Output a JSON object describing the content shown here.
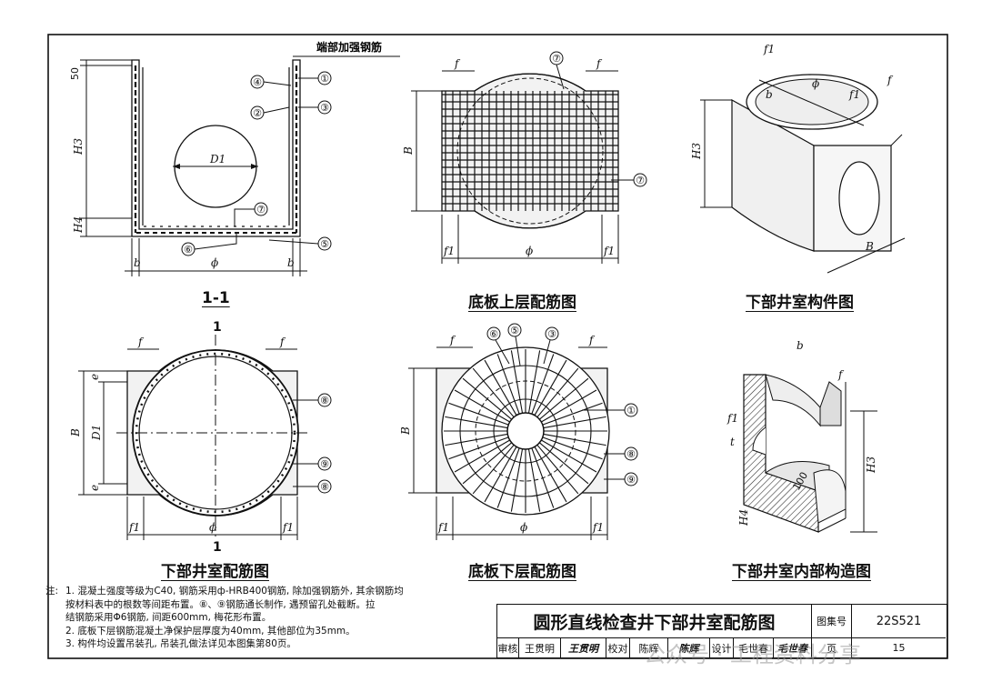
{
  "drawings": {
    "section_1_1": {
      "caption": "1-1",
      "top_label": "端部加强钢筋",
      "dims": {
        "top": "50",
        "height": "H3",
        "bottom": "H4",
        "left_b": "b",
        "dia": "ϕ",
        "right_b": "b",
        "hole": "D1"
      },
      "callouts": [
        "④",
        "①",
        "②",
        "③",
        "⑦",
        "⑥",
        "⑤"
      ]
    },
    "base_top": {
      "caption": "底板上层配筋图",
      "dims": {
        "f_left": "f",
        "f_right": "f",
        "height": "B",
        "f1_left": "f1",
        "dia": "ϕ",
        "f1_right": "f1"
      },
      "callouts": [
        "⑦",
        "⑦"
      ]
    },
    "component": {
      "caption": "下部井室构件图",
      "dims": {
        "f1_top": "f1",
        "dia": "ϕ",
        "b": "b",
        "f1_mid": "f1",
        "f": "f",
        "height": "H3",
        "width": "B"
      }
    },
    "chamber_rebar": {
      "caption": "下部井室配筋图",
      "section_mark": "1",
      "dims": {
        "f_left": "f",
        "f_right": "f",
        "e_top": "e",
        "B": "B",
        "D1": "D1",
        "e_bottom": "e",
        "f1_left": "f1",
        "dia": "ϕ",
        "f1_right": "f1"
      },
      "callouts": [
        "⑧",
        "⑨",
        "⑧"
      ]
    },
    "base_bottom": {
      "caption": "底板下层配筋图",
      "dims": {
        "f_left": "f",
        "f_right": "f",
        "B": "B",
        "f1_left": "f1",
        "dia": "ϕ",
        "f1_right": "f1"
      },
      "callouts": [
        "⑥",
        "⑤",
        "③",
        "①",
        "⑧",
        "⑨"
      ]
    },
    "interior": {
      "caption": "下部井室内部构造图",
      "dims": {
        "b": "b",
        "f": "f",
        "f1": "f1",
        "t": "t",
        "h100": "100",
        "H3": "H3",
        "H4": "H4"
      }
    }
  },
  "notes": {
    "lead": "注:",
    "lines": [
      "1. 混凝土强度等级为C40, 钢筋采用ф-HRB400钢筋, 除加强钢筋外, 其余钢筋均",
      "   按材料表中的根数等间距布置。⑧、⑨钢筋通长制作, 遇预留孔处截断。拉",
      "   结钢筋采用Φ6钢筋, 间距600mm, 梅花形布置。",
      "2. 底板下层钢筋混凝土净保护层厚度为40mm, 其他部位为35mm。",
      "3. 构件均设置吊装孔, 吊装孔做法详见本图集第80页。"
    ]
  },
  "title_block": {
    "title": "圆形直线检查井下部井室配筋图",
    "atlas_label": "图集号",
    "atlas_no": "22S521",
    "review_label": "审核",
    "reviewer": "王贯明",
    "reviewer_sig": "王贯明",
    "check_label": "校对",
    "checker": "陈辉",
    "checker_sig": "陈辉",
    "design_label": "设计",
    "designer": "毛世春",
    "designer_sig": "毛世春",
    "page_label": "页",
    "page_no": "15"
  },
  "watermark": "公众号 · 工程资料分享"
}
